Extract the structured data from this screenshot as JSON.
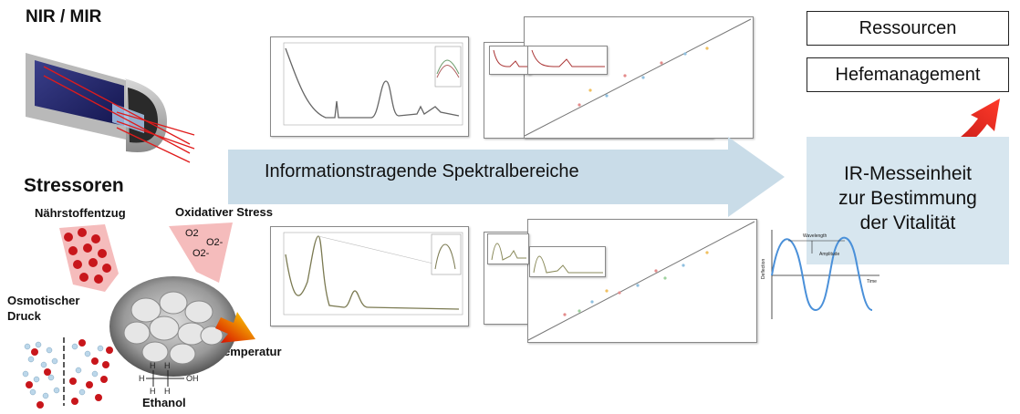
{
  "titles": {
    "nir_mir": "NIR / MIR",
    "stressoren": "Stressoren"
  },
  "stressors": {
    "naehrstoff": "Nährstoffentzug",
    "oxidativ": "Oxidativer Stress",
    "osmotisch_line1": "Osmotischer",
    "osmotisch_line2": "Druck",
    "temperatur": "Temperatur",
    "ethanol": "Ethanol"
  },
  "arrow_label": "Informationstragende Spektralbereiche",
  "outputs": {
    "ressourcen": "Ressourcen",
    "hefemanagement": "Hefemanagement"
  },
  "panel": {
    "line1": "IR-Messeinheit",
    "line2": "zur Bestimmung",
    "line3": "der Vitalität"
  },
  "oxidative_symbols": [
    "O2",
    "O2-",
    "O2-"
  ],
  "wave_labels": {
    "wavelength": "Wavelength",
    "amplitude": "Amplitude",
    "deflection": "Deflection",
    "time": "Time"
  },
  "colors": {
    "arrow": "#c9dce8",
    "panel": "#d7e6ef",
    "red_arrow": "#e0261f",
    "wave": "#4a90d9"
  }
}
